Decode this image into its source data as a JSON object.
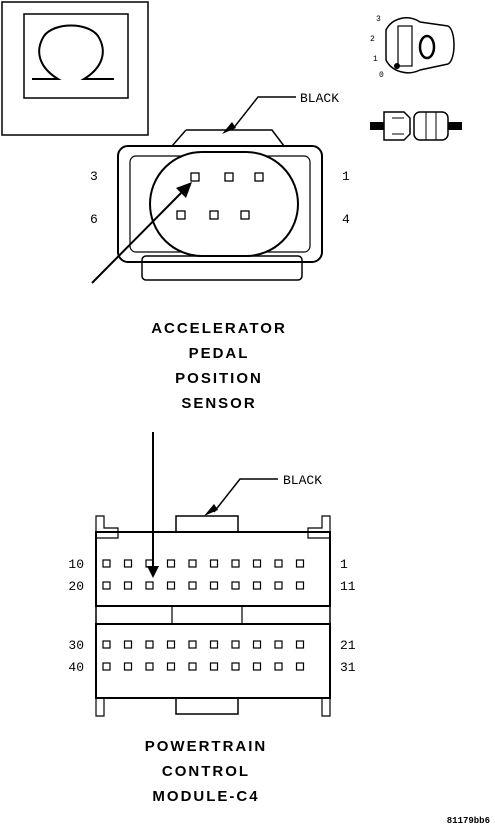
{
  "sensor": {
    "wire_color": "BLACK",
    "pin_top_left": "3",
    "pin_top_right": "1",
    "pin_bottom_left": "6",
    "pin_bottom_right": "4",
    "title_lines": [
      "ACCELERATOR",
      "PEDAL",
      "POSITION",
      "SENSOR"
    ]
  },
  "ignition": {
    "positions": [
      "3",
      "2",
      "1",
      "0"
    ]
  },
  "pcm": {
    "wire_color": "BLACK",
    "row1_left": "10",
    "row1_right": "1",
    "row2_left": "20",
    "row2_right": "11",
    "row3_left": "30",
    "row3_right": "21",
    "row4_left": "40",
    "row4_right": "31",
    "title_lines": [
      "POWERTRAIN",
      "CONTROL",
      "MODULE-C4"
    ]
  },
  "figure_code": "81179bb6"
}
